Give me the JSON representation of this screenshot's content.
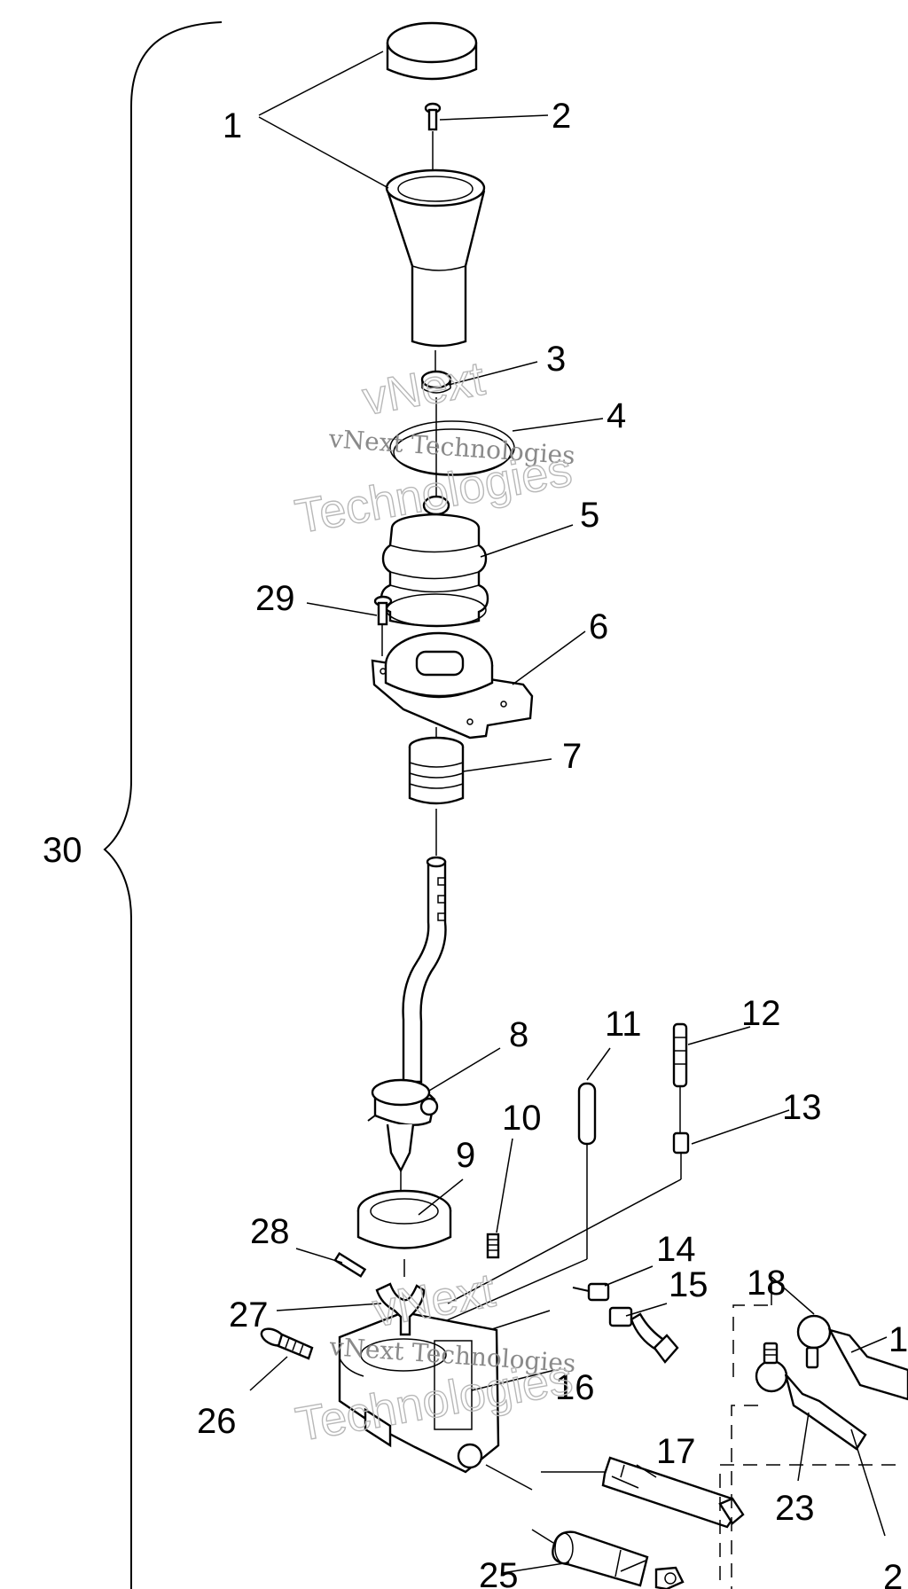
{
  "diagram": {
    "callouts": [
      "1",
      "2",
      "3",
      "4",
      "5",
      "6",
      "7",
      "8",
      "9",
      "10",
      "11",
      "12",
      "13",
      "14",
      "15",
      "16",
      "17",
      "18",
      "1",
      "23",
      "2",
      "25",
      "26",
      "27",
      "28",
      "29",
      "30"
    ],
    "watermarks": {
      "top_line1": "vNext",
      "top_line2": "vNext Technologies",
      "top_line3": "Technologies",
      "bottom_line1": "vNext",
      "bottom_line2": "vNext Technologies",
      "bottom_line3": "Technologies"
    }
  }
}
